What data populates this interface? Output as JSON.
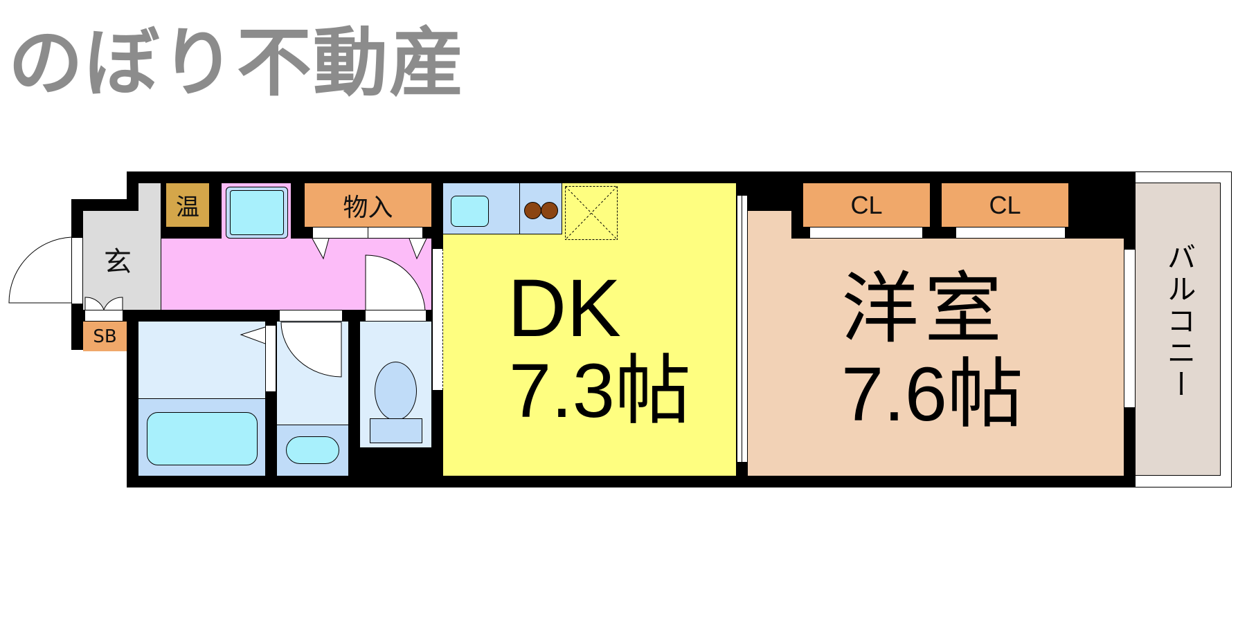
{
  "logo": {
    "text": "のぼり不動産"
  },
  "floorplan": {
    "layout_type": "1DK",
    "rooms": [
      {
        "id": "genkan",
        "label": "玄"
      },
      {
        "id": "shoe_box",
        "label": "SB"
      },
      {
        "id": "water_heater",
        "label": "温"
      },
      {
        "id": "storage",
        "label": "物入"
      },
      {
        "id": "dk",
        "label": "DK",
        "size": "7.3帖"
      },
      {
        "id": "western",
        "label": "洋室",
        "size": "7.6帖"
      },
      {
        "id": "closet_1",
        "label": "CL"
      },
      {
        "id": "closet_2",
        "label": "CL"
      },
      {
        "id": "balcony",
        "label": "バルコニー"
      }
    ],
    "colors": {
      "wall": "#000000",
      "genkan": "#dcdcdc",
      "hallway": "#fcbcf8",
      "water_heater": "#d4a64a",
      "storage": "#f0a86a",
      "dk": "#fefe80",
      "western": "#f2d2b6",
      "wet_area_light": "#ddeefc",
      "wet_area": "#c0dcf8",
      "fixture": "#a8f0fc",
      "balcony": "#e2d8d0",
      "stove": "#8b4513"
    }
  }
}
